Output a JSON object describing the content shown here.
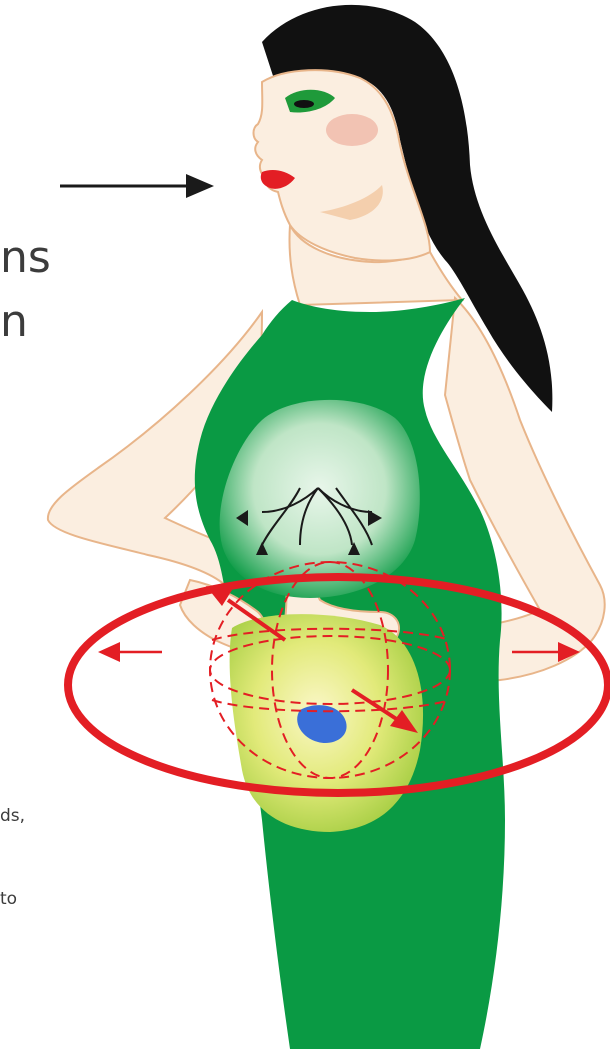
{
  "text_fragments": {
    "line_1": "ns",
    "line_2": "n",
    "line_3": "ds,",
    "line_4": "to"
  },
  "colors": {
    "dress": "#0a9a44",
    "hair": "#111111",
    "skin": "#fbeee0",
    "skin_outline": "#e8b58a",
    "lipstick": "#e31e24",
    "eyeshadow": "#1f9a3a",
    "lungs": "#bfe5c6",
    "abdomen": "#e2ea7a",
    "arrows_red": "#e31e24",
    "arrow_black": "#1a1a1a",
    "blue_spot": "#3a6fd8",
    "text": "#3c3c3c"
  }
}
